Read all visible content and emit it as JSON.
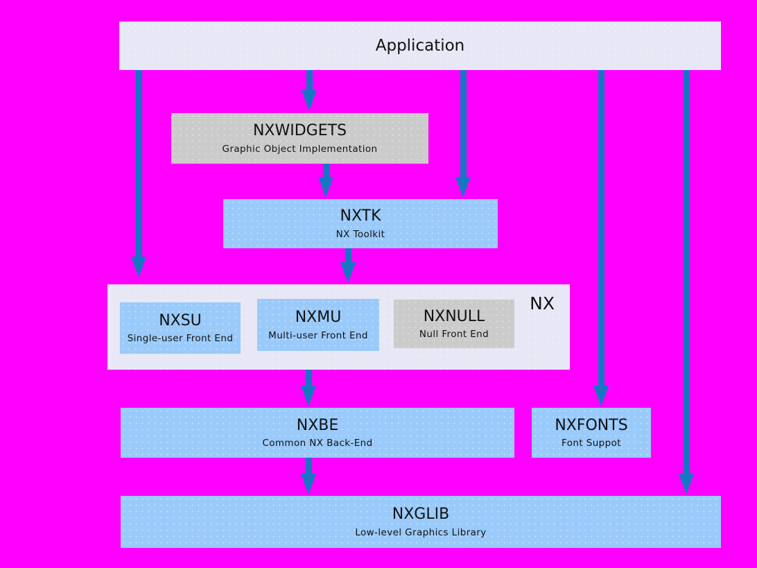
{
  "colors": {
    "background": "#ff00ff",
    "panel": "#e7e7f6",
    "gray": "#cbcbcb",
    "blue": "#9acafa",
    "arrow": "#1776c4"
  },
  "nodes": {
    "application": {
      "title": "Application"
    },
    "nxwidgets": {
      "title": "NXWIDGETS",
      "subtitle": "Graphic Object Implementation"
    },
    "nxtk": {
      "title": "NXTK",
      "subtitle": "NX Toolkit"
    },
    "nx": {
      "label": "NX"
    },
    "nxsu": {
      "title": "NXSU",
      "subtitle": "Single-user Front End"
    },
    "nxmu": {
      "title": "NXMU",
      "subtitle": "Multi-user Front End"
    },
    "nxnull": {
      "title": "NXNULL",
      "subtitle": "Null Front End"
    },
    "nxbe": {
      "title": "NXBE",
      "subtitle": "Common NX Back-End"
    },
    "nxfonts": {
      "title": "NXFONTS",
      "subtitle": "Font Suppot"
    },
    "nxglib": {
      "title": "NXGLIB",
      "subtitle": "Low-level Graphics Library"
    }
  },
  "edges": [
    {
      "from": "application",
      "to": "nx"
    },
    {
      "from": "application",
      "to": "nxwidgets"
    },
    {
      "from": "nxwidgets",
      "to": "nxtk"
    },
    {
      "from": "application",
      "to": "nxtk"
    },
    {
      "from": "nxtk",
      "to": "nx"
    },
    {
      "from": "nx",
      "to": "nxbe"
    },
    {
      "from": "application",
      "to": "nxfonts"
    },
    {
      "from": "nxbe",
      "to": "nxglib"
    },
    {
      "from": "application",
      "to": "nxglib"
    }
  ]
}
